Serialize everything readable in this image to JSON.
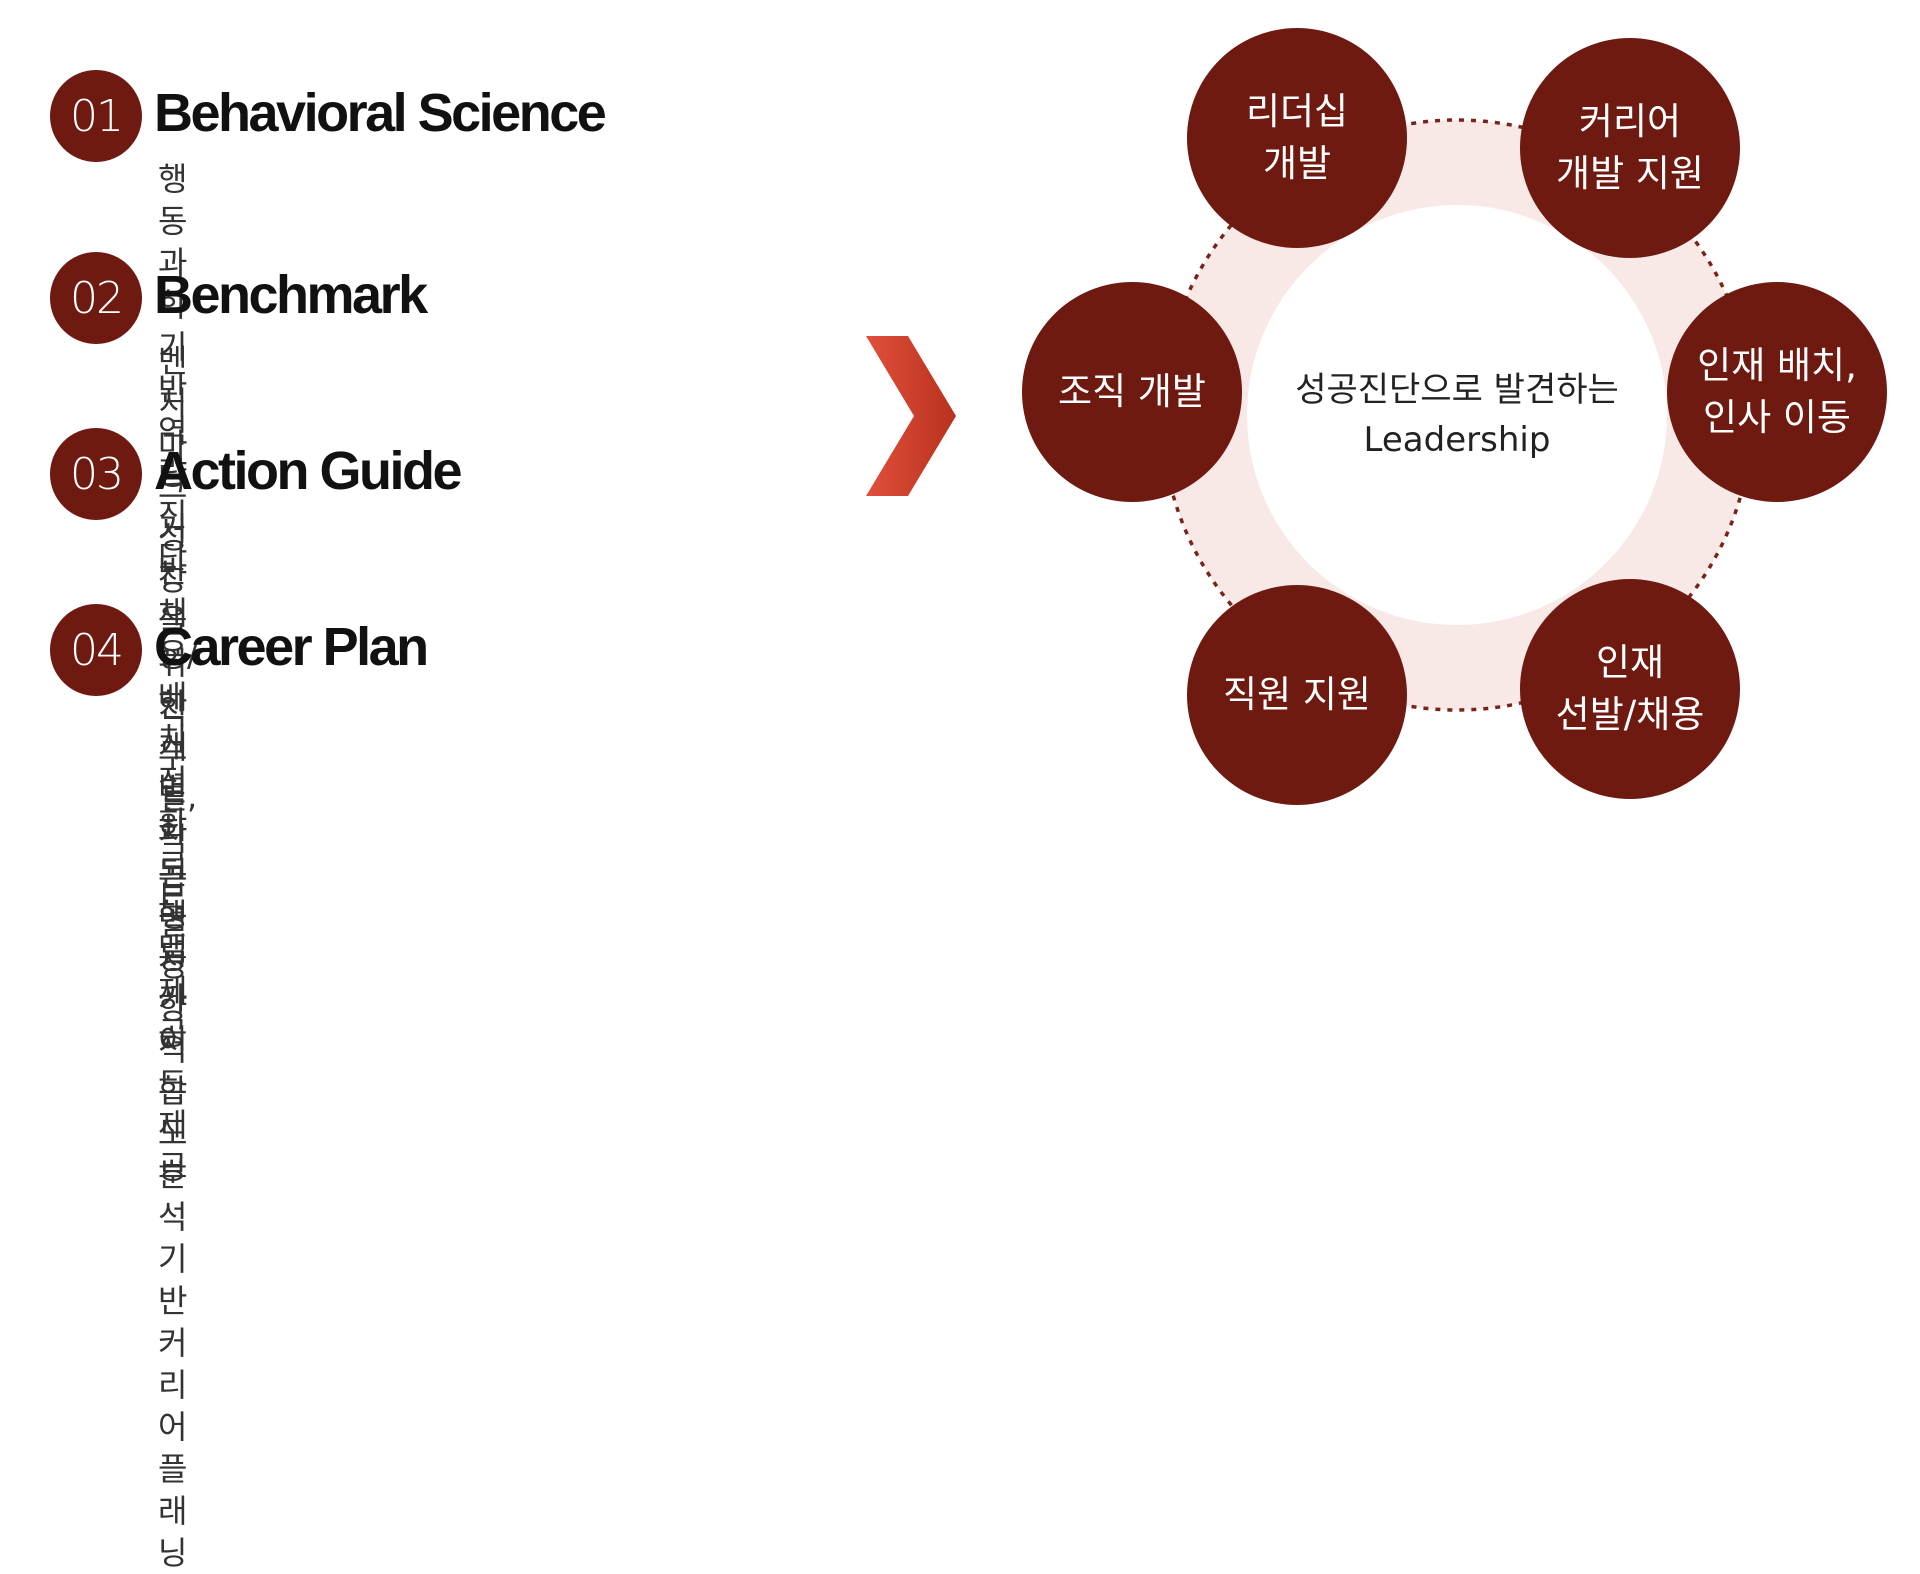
{
  "colors": {
    "accent": "#6e1a10",
    "ring": "#f8e9e7",
    "dotted": "#7a2418",
    "chevron_light": "#e0503a",
    "chevron_dark": "#b8311f"
  },
  "items": [
    {
      "number": "01",
      "title": "Behavioral Science",
      "desc": "행동과학 기반 역량 진단"
    },
    {
      "number": "02",
      "title": "Benchmark",
      "desc": "벤치마크 기반 채용/배치 전환 로드맵 제공"
    },
    {
      "number": "03",
      "title": "Action Guide",
      "desc": "성장을 위한 개별화된 행동 가이드 제공"
    },
    {
      "number": "04",
      "title": "Career Plan",
      "desc": "직무별, 직급별 성향 적합도 분석 기반\n커리어 플래닝"
    }
  ],
  "arrow_icon": "chevron-right-icon",
  "diagram": {
    "center_text": "성공진단으로 발견하는\nLeadership",
    "nodes": [
      {
        "label": "리더십\n개발"
      },
      {
        "label": "커리어\n개발 지원"
      },
      {
        "label": "인재 배치,\n인사 이동"
      },
      {
        "label": "인재\n선발/채용"
      },
      {
        "label": "직원 지원"
      },
      {
        "label": "조직 개발"
      }
    ]
  }
}
